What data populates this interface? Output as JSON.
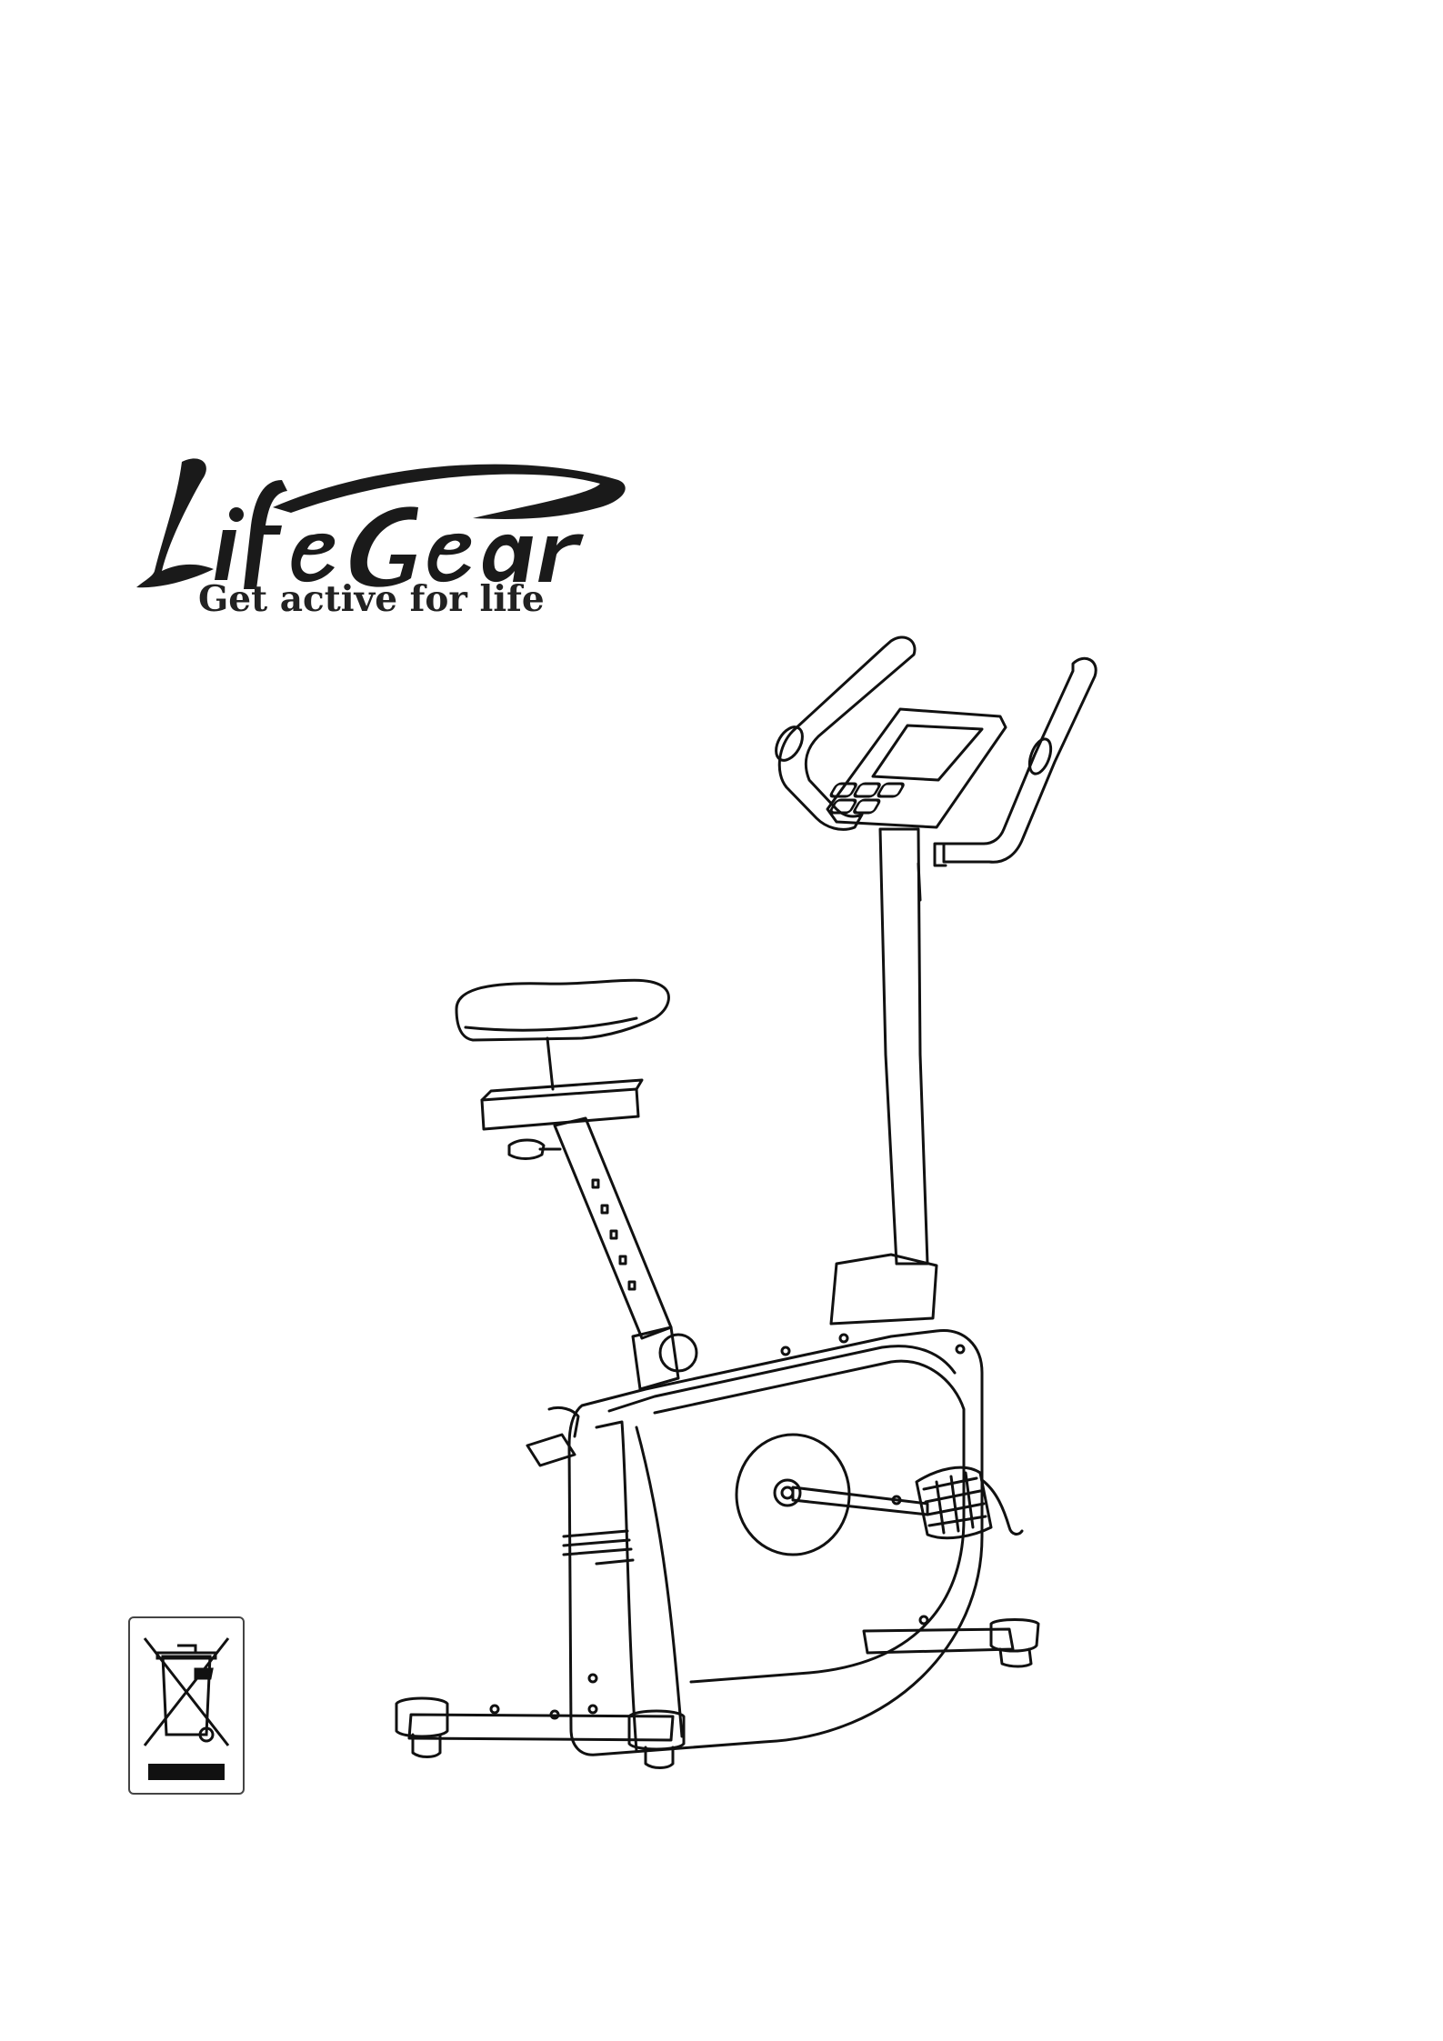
{
  "brand": {
    "name": "LifeGear",
    "tagline": "Get active for life"
  },
  "illustration": {
    "subject": "upright-exercise-bike",
    "line_color": "#111111"
  },
  "weee_symbol": {
    "icon": "crossed-out-wheeled-bin-icon"
  }
}
